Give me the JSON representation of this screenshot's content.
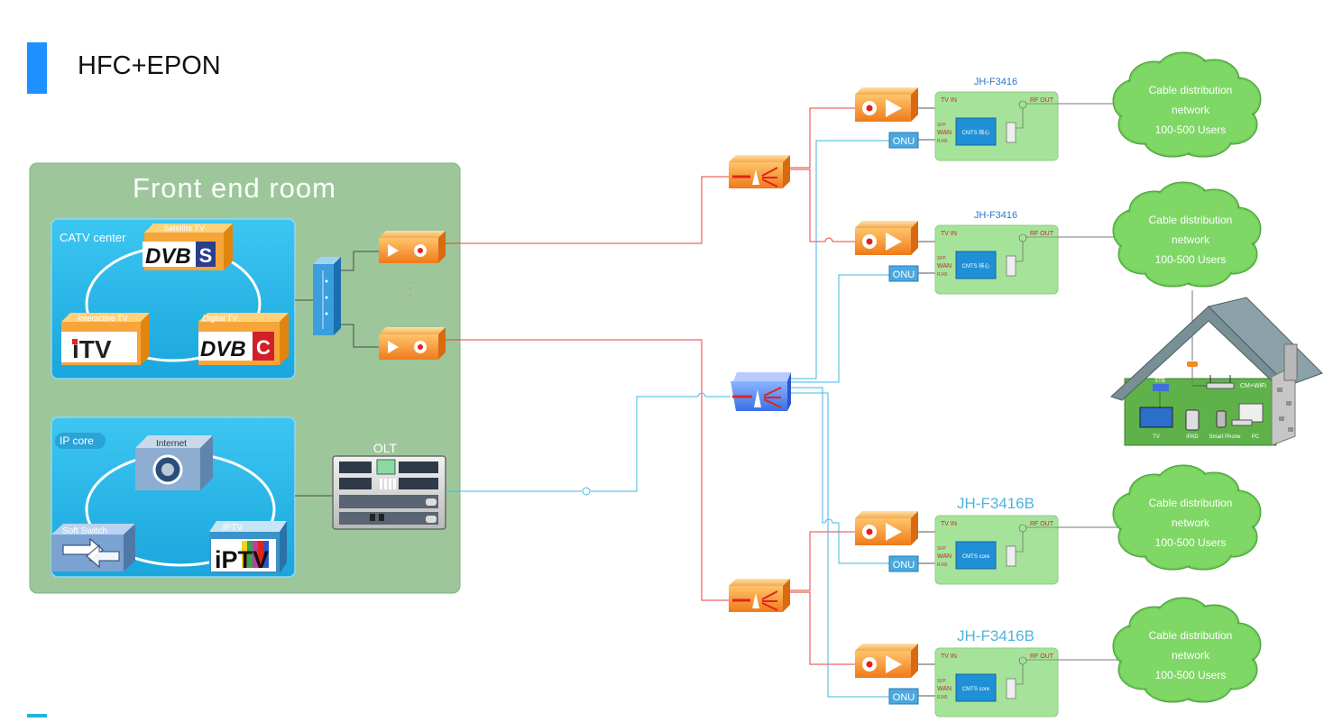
{
  "page": {
    "title": "HFC+EPON",
    "accent_color": "#1e90ff"
  },
  "front_end": {
    "title": "Front end room",
    "panel_color": "#9dc79b",
    "catv": {
      "label": "CATV center",
      "satellite_label": "Satellite TV",
      "satellite_logo": "DVB",
      "satellite_letter": "S",
      "interactive_label": "Interactive TV",
      "interactive_logo": "iTV",
      "digital_label": "Digital TV",
      "digital_logo": "DVB",
      "digital_letter": "C"
    },
    "ip": {
      "label": "IP core",
      "internet_label": "Internet",
      "softswitch_label": "Soft Switch",
      "iptv_label": "IPTV",
      "iptv_logo": "iPTV"
    },
    "olt_label": "OLT",
    "dots": ". . . . ."
  },
  "nodes": [
    {
      "model": "JH-F3416",
      "tv_in": "TV IN",
      "rf_out": "RF OUT",
      "sfp": "SFP",
      "wan": "WAN",
      "rj45": "RJ45",
      "core": "CMTS 核心",
      "onu": "ONU"
    },
    {
      "model": "JH-F3416",
      "tv_in": "TV IN",
      "rf_out": "RF OUT",
      "sfp": "SFP",
      "wan": "WAN",
      "rj45": "RJ45",
      "core": "CMTS 核心",
      "onu": "ONU"
    },
    {
      "model": "JH-F3416B",
      "tv_in": "TV IN",
      "rf_out": "RF OUT",
      "sfp": "SFP",
      "wan": "WAN",
      "rj45": "RJ45",
      "core": "CMTS core",
      "onu": "ONU"
    },
    {
      "model": "JH-F3416B",
      "tv_in": "TV IN",
      "rf_out": "RF OUT",
      "sfp": "SFP",
      "wan": "WAN",
      "rj45": "RJ45",
      "core": "CMTS core",
      "onu": "ONU"
    }
  ],
  "clouds": [
    {
      "line1": "Cable distribution",
      "line2": "network",
      "line3": "100-500 Users"
    },
    {
      "line1": "Cable distribution",
      "line2": "network",
      "line3": "100-500 Users"
    },
    {
      "line1": "Cable distribution",
      "line2": "network",
      "line3": "100-500 Users"
    },
    {
      "line1": "Cable distribution",
      "line2": "network",
      "line3": "100-500 Users"
    }
  ],
  "house": {
    "stb": "STB",
    "cm_wifi": "CM+WiFi",
    "devices": [
      "TV",
      "iPAD",
      "Smart Phone",
      "PC"
    ]
  },
  "colors": {
    "rf_line": "#e8413a",
    "optical_line": "#41b6e6",
    "device_orange": "#f08a24",
    "node_green": "#a6e39a",
    "cloud_green": "#86d96c"
  }
}
